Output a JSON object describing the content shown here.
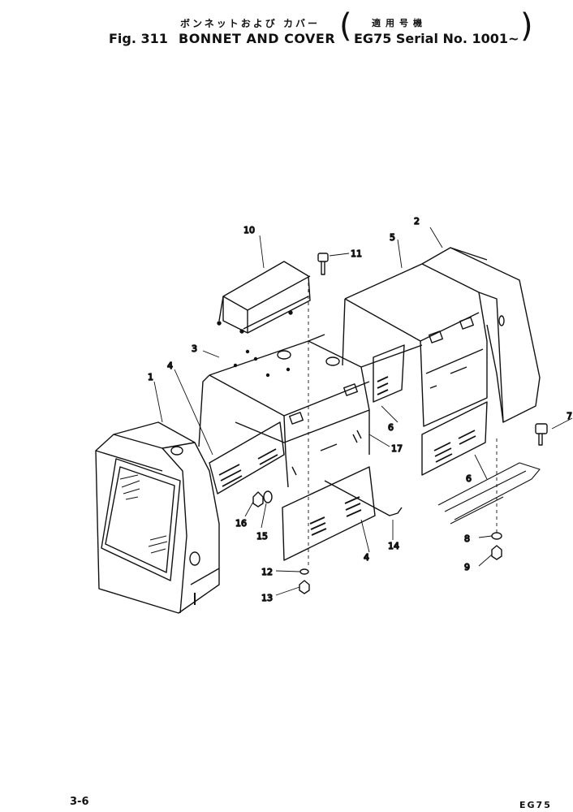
{
  "header": {
    "jp_title": "ボンネットおよび カバー",
    "jp_serial": "適用号機",
    "fig_label": "Fig. 311",
    "fig_title": "BONNET AND COVER",
    "fig_serial": "EG75 Serial No. 1001~",
    "paren_open": "(",
    "paren_close": ")"
  },
  "callouts": [
    "1",
    "2",
    "3",
    "4",
    "4",
    "5",
    "6",
    "6",
    "7",
    "8",
    "9",
    "10",
    "11",
    "12",
    "13",
    "14",
    "15",
    "16",
    "17"
  ],
  "footer": {
    "page_number": "3-6",
    "model_code": "EG75"
  }
}
